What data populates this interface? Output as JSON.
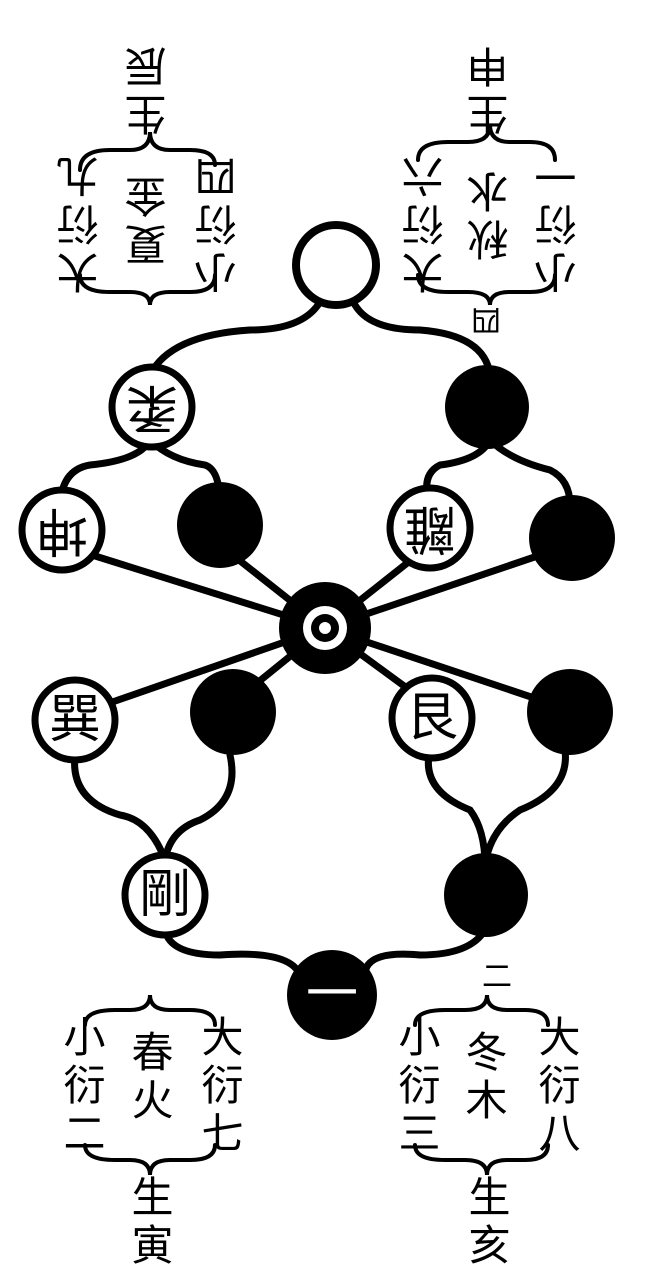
{
  "top_left": {
    "col1": "大衍九",
    "col2": "夏金",
    "col3": "小衍四",
    "col4": "生辰"
  },
  "top_right": {
    "col1": "大衍六",
    "col2": "秋水",
    "col3": "小衍一",
    "col4": "生申",
    "marker": "四"
  },
  "bottom_left": {
    "col1": "小衍二",
    "col2": "春火",
    "col3": "大衍七",
    "col4": "生寅"
  },
  "bottom_right": {
    "col1": "小衍三",
    "col2": "冬木",
    "col3": "大衍八",
    "col4": "生亥",
    "marker": "二"
  },
  "circle_labels": {
    "left_top": "柔",
    "left_mid": "坤",
    "left_lower": "巽",
    "left_bottom": "剛",
    "right_mid": "離",
    "right_lower": "艮",
    "bottom_center": "一"
  },
  "colors": {
    "ink": "#000000",
    "paper": "#ffffff"
  }
}
